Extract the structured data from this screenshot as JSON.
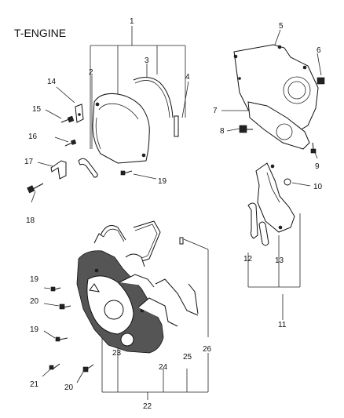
{
  "title": "T-ENGINE",
  "callouts": {
    "c1": "1",
    "c2": "2",
    "c3": "3",
    "c4": "4",
    "c5": "5",
    "c6": "6",
    "c7": "7",
    "c8": "8",
    "c9": "9",
    "c10": "10",
    "c11": "11",
    "c12": "12",
    "c13": "13",
    "c14": "14",
    "c15": "15",
    "c16": "16",
    "c17": "17",
    "c18": "18",
    "c19a": "19",
    "c19b": "19",
    "c19c": "19",
    "c20a": "20",
    "c20b": "20",
    "c21": "21",
    "c22": "22",
    "c23": "23",
    "c24": "24",
    "c25": "25",
    "c26": "26"
  }
}
